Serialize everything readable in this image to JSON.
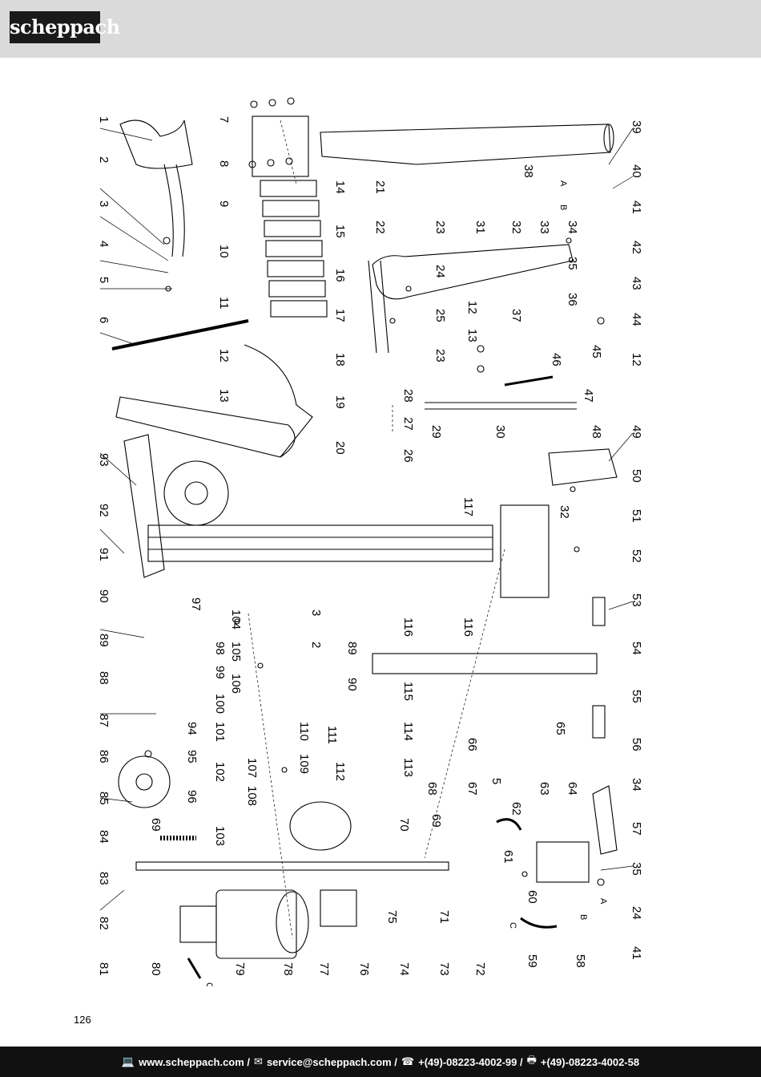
{
  "brand": {
    "logo_text": "scheppach"
  },
  "diagram": {
    "callouts_left": [
      "1",
      "2",
      "3",
      "4",
      "5",
      "6",
      "12",
      "13",
      "20",
      "93",
      "92",
      "91",
      "90",
      "89",
      "88",
      "87",
      "86",
      "85",
      "84",
      "83",
      "82",
      "81",
      "80",
      "79",
      "78",
      "77",
      "76",
      "75",
      "74",
      "73",
      "72",
      "71",
      "70",
      "69",
      "69",
      "68",
      "67",
      "66",
      "5",
      "65"
    ],
    "callouts_middle": [
      "7",
      "8",
      "14",
      "9",
      "10",
      "11",
      "16",
      "17",
      "15",
      "22",
      "23",
      "24",
      "25",
      "23",
      "18",
      "19",
      "28",
      "27",
      "26",
      "21",
      "29",
      "30",
      "31",
      "32",
      "33",
      "34",
      "35",
      "36",
      "37",
      "12",
      "13",
      "45",
      "46",
      "47",
      "97",
      "98",
      "99",
      "100",
      "104",
      "105",
      "106",
      "101",
      "102",
      "3",
      "2",
      "110",
      "111",
      "107",
      "108",
      "109",
      "112",
      "113",
      "114",
      "115",
      "116",
      "89",
      "90",
      "94",
      "95",
      "96",
      "103",
      "117",
      "116"
    ],
    "callouts_right": [
      "39",
      "40",
      "41",
      "42",
      "43",
      "44",
      "12",
      "38",
      "48",
      "49",
      "50",
      "51",
      "52",
      "32",
      "53",
      "54",
      "55",
      "56",
      "34",
      "57",
      "35",
      "24",
      "41",
      "58",
      "59",
      "60",
      "61",
      "62",
      "63",
      "64"
    ],
    "hose_marks": [
      "A",
      "B",
      "A",
      "B",
      "C",
      "C"
    ]
  },
  "page": {
    "number": "126"
  },
  "footer": {
    "web_icon": "laptop-icon",
    "website": "www.scheppach.com /",
    "mail_icon": "mail-icon",
    "email": "service@scheppach.com /",
    "phone_icon": "phone-icon",
    "phone": "+(49)-08223-4002-99 /",
    "fax_icon": "fax-icon",
    "fax": "+(49)-08223-4002-58"
  }
}
